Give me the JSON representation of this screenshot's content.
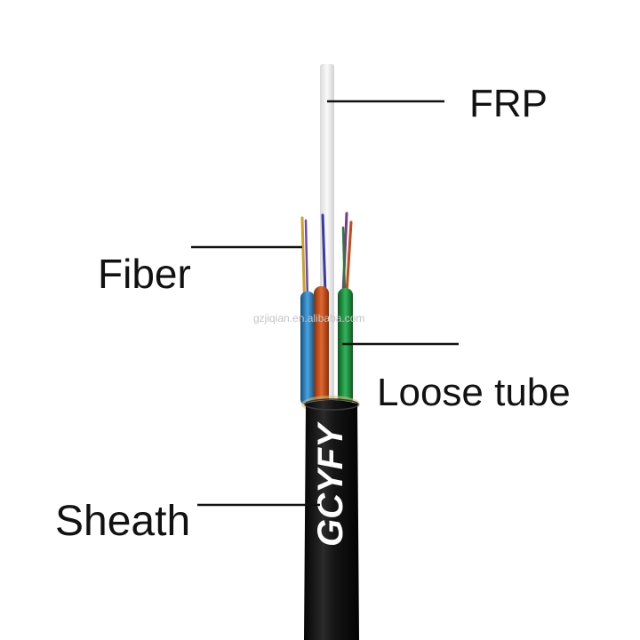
{
  "labels": {
    "frp": "FRP",
    "fiber": "Fiber",
    "loose_tube": "Loose tube",
    "sheath": "Sheath"
  },
  "cable_print": "GCYFY",
  "watermark": "gzjiqian.en.alibaba.com",
  "colors": {
    "background": "#ffffff",
    "sheath": "#151515",
    "frp": "#f2f2f2",
    "tube_orange": "#c8501e",
    "tube_green": "#1e9a3c",
    "tube_blue": "#2a82c8",
    "leader_line": "#111111"
  }
}
